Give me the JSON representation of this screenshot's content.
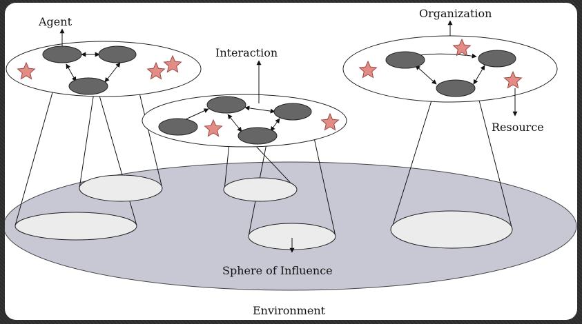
{
  "labels": {
    "agent": "Agent",
    "interaction": "Interaction",
    "organization": "Organization",
    "resource": "Resource",
    "sphere": "Sphere of Influence",
    "environment": "Environment"
  },
  "colors": {
    "background": "#2f2f2f",
    "canvas": "#ffffff",
    "agent_fill": "#666666",
    "resource_fill": "#e38b85",
    "resource_stroke": "#9a4a45",
    "environment_fill": "#c8c8d4",
    "sphere_fill": "#ececec",
    "line": "#111111"
  },
  "icons": [
    "agent-ellipse",
    "resource-star"
  ]
}
